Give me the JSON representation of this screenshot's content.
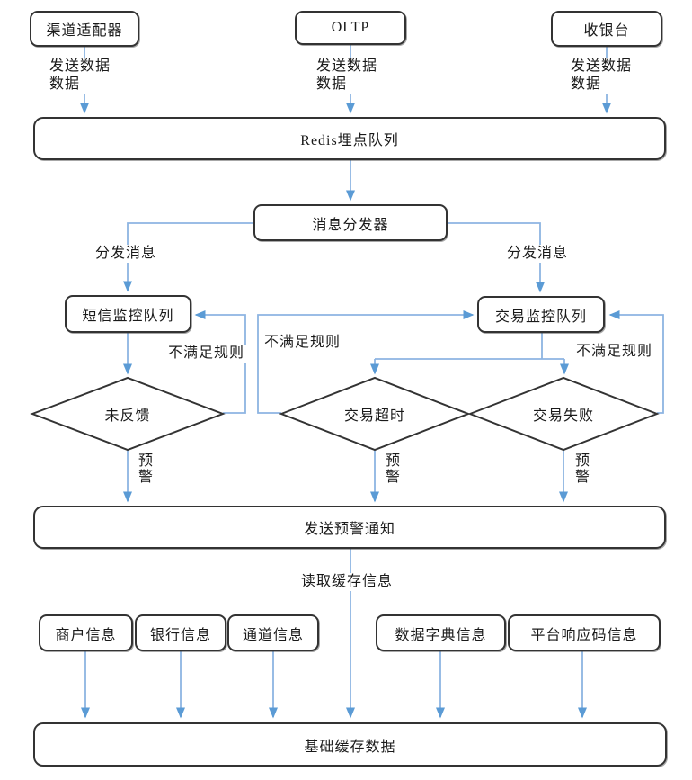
{
  "diagram": {
    "nodes": {
      "channel_adapter": "渠道适配器",
      "oltp": "OLTP",
      "cashier": "收银台",
      "redis_queue": "Redis埋点队列",
      "dispatcher": "消息分发器",
      "sms_queue": "短信监控队列",
      "txn_queue": "交易监控队列",
      "no_feedback": "未反馈",
      "txn_timeout": "交易超时",
      "txn_fail": "交易失败",
      "send_alert": "发送预警通知",
      "merchant_info": "商户信息",
      "bank_info": "银行信息",
      "channel_info": "通道信息",
      "dict_info": "数据字典信息",
      "resp_code_info": "平台响应码信息",
      "base_cache": "基础缓存数据"
    },
    "labels": {
      "send_data": "发送数据",
      "data": "数据",
      "dispatch": "分发消息",
      "rule_not_met": "不满足规则",
      "alert": "预警",
      "read_cache": "读取缓存信息"
    },
    "colors": {
      "line": "#8DB4E2",
      "arrowhead": "#5B9BD5",
      "border": "#333333",
      "text": "#1a1a1a",
      "bg": "#FFFFFF"
    }
  }
}
